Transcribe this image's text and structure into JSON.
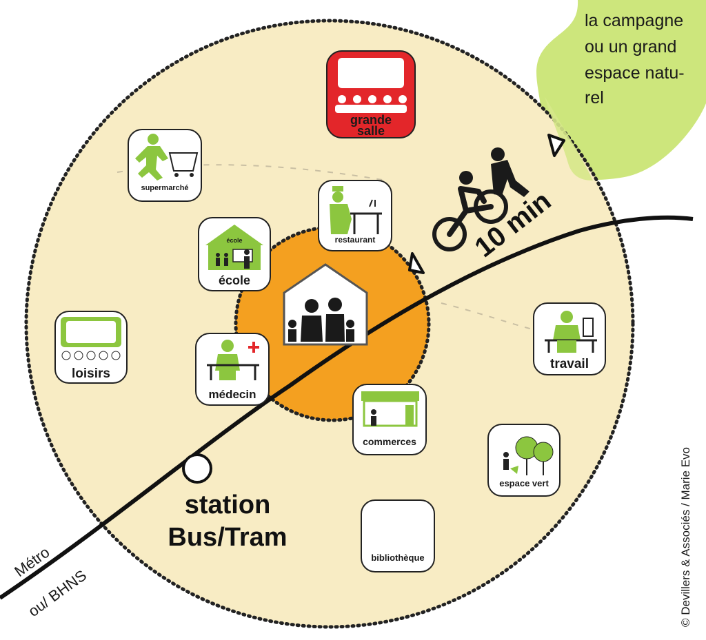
{
  "nature": {
    "text_lines": [
      "la campagne",
      "ou un grand",
      "espace natu-",
      "rel"
    ],
    "color": "#cde67c"
  },
  "colors": {
    "zone": "#f8ecc4",
    "center": "#f4a020",
    "line": "#111111",
    "tile_icon": "#8cc63f",
    "tile_border": "#222222",
    "cinema_red": "#e3262a"
  },
  "tiles": {
    "grande_salle": "grande\nsalle",
    "supermarche": "supermarché",
    "restaurant": "restaurant",
    "ecole_sign": "école",
    "ecole": "école",
    "loisirs": "loisirs",
    "medecin": "médecin",
    "travail": "travail",
    "commerces": "commerces",
    "espace_vert": "espace vert",
    "bibliotheque": "bibliothèque"
  },
  "travel": {
    "time": "10 min",
    "icons": [
      "walker-icon",
      "cyclist-icon"
    ]
  },
  "station": {
    "line1": "station",
    "line2": "Bus/Tram"
  },
  "transit_line": {
    "line1": "Métro",
    "line2": "ou/ BHNS"
  },
  "credit": "© Devillers & Associés / Marie Evo"
}
